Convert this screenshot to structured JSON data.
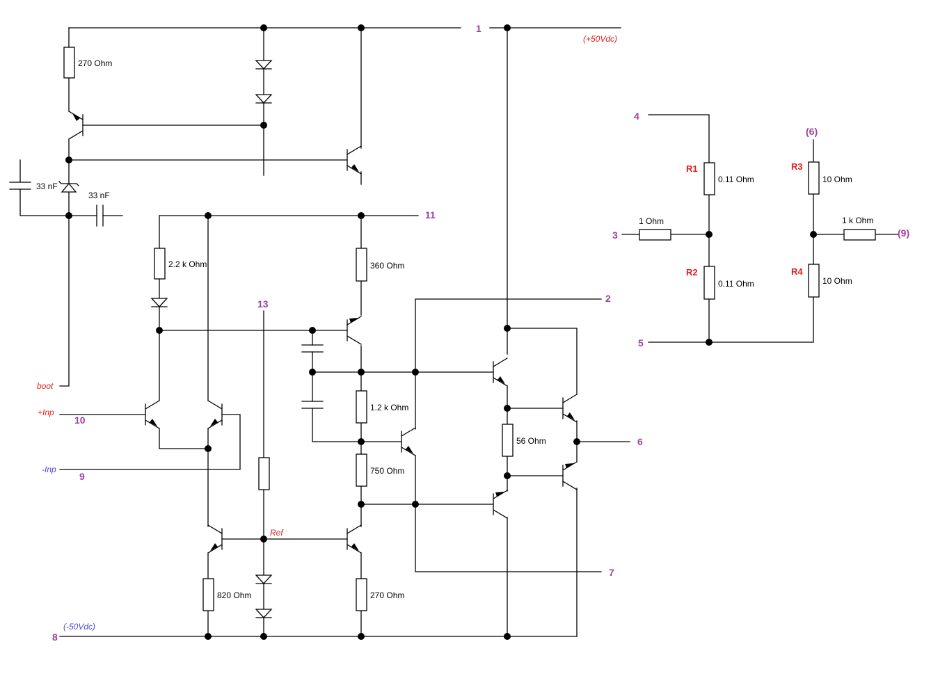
{
  "schematic": {
    "pins": {
      "p1": "1",
      "p2": "2",
      "p3": "3",
      "p4": "4",
      "p5": "5",
      "p6": "6",
      "p7": "7",
      "p8": "8",
      "p9": "9",
      "p10": "10",
      "p11": "11",
      "p13": "13",
      "p6_paren": "(6)",
      "p9_paren": "(9)"
    },
    "rails": {
      "positive": "(+50Vdc)",
      "negative": "(-50Vdc)"
    },
    "signals": {
      "inp_plus": "+Inp",
      "inp_minus": "-Inp",
      "boot": "boot",
      "ref": "Ref"
    },
    "values": {
      "r270_top": "270  Ohm",
      "c33_left": "33 nF",
      "c33_right": "33 nF",
      "r2k2": "2.2 k Ohm",
      "r360": "360  Ohm",
      "r1k2": "1.2 k Ohm",
      "r750": "750  Ohm",
      "r56": "56  Ohm",
      "r820": "820  Ohm",
      "r270_bottom": "270  Ohm",
      "r1_val": "0.11  Ohm",
      "r2_val": "0.11  Ohm",
      "r3_val": "10  Ohm",
      "r4_val": "10  Ohm",
      "r_1ohm": "1  Ohm",
      "r_1k": "1 k Ohm"
    },
    "resistor_names": {
      "r1": "R1",
      "r2": "R2",
      "r3": "R3",
      "r4": "R4"
    }
  },
  "colors": {
    "pin_label": "#a040a0",
    "red_label": "#e02020",
    "blue_label": "#4a4ad0",
    "wire": "#000000"
  }
}
